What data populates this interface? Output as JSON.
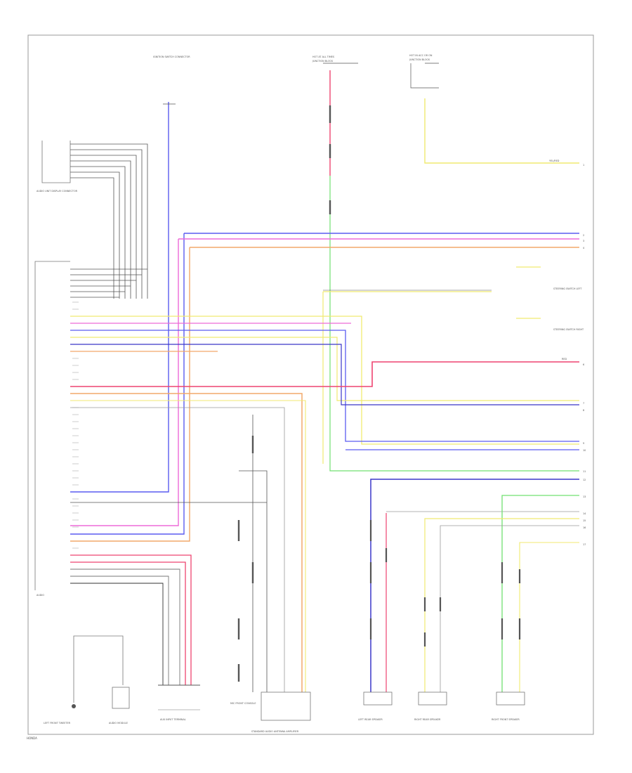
{
  "top_labels": {
    "ignition": "IGNITION SWITCH CONNECTOR",
    "fuse_left": "HOT AT ALL TIMES",
    "fuse_left_sub": "JUNCTION BLOCK",
    "fuse_right": "HOT IN ACC OR ON",
    "fuse_right_sub": "JUNCTION BLOCK"
  },
  "left_connectors": {
    "upper": "AUDIO UNIT DISPLAY CONNECTOR",
    "lower": "AUDIO"
  },
  "right_labels": {
    "yellow_top": "YEL/RED",
    "steering_1": "STEERING SWITCH LEFT",
    "steering_2": "STEERING SWITCH RIGHT",
    "red": "RED",
    "red_num": "6"
  },
  "bottom_components": [
    {
      "name": "left_front_speaker",
      "label": "LEFT FRONT TWEETER"
    },
    {
      "name": "audio_module",
      "label": "AUDIO MODULE"
    },
    {
      "name": "aux_input",
      "label": "AUX INPUT TERMINAL"
    },
    {
      "name": "mic",
      "label": "MIC FRONT CONSOLE"
    },
    {
      "name": "antenna",
      "label": "STANDARD AUDIO ANTENNA AMPLIFIER"
    },
    {
      "name": "left_rear",
      "label": "LEFT REAR SPEAKER"
    },
    {
      "name": "right_rear",
      "label": "RIGHT REAR SPEAKER"
    },
    {
      "name": "right_front",
      "label": "RIGHT FRONT SPEAKER"
    }
  ],
  "footer": "HONDA",
  "colors": {
    "blue": "#5a5cf0",
    "purple_blue": "#3a36c8",
    "pink": "#ee6ad8",
    "orange": "#f2a86a",
    "yellow": "#f0ea70",
    "red": "#ee4470",
    "green": "#70e070",
    "gray": "#9a9a9a",
    "black": "#333333"
  }
}
